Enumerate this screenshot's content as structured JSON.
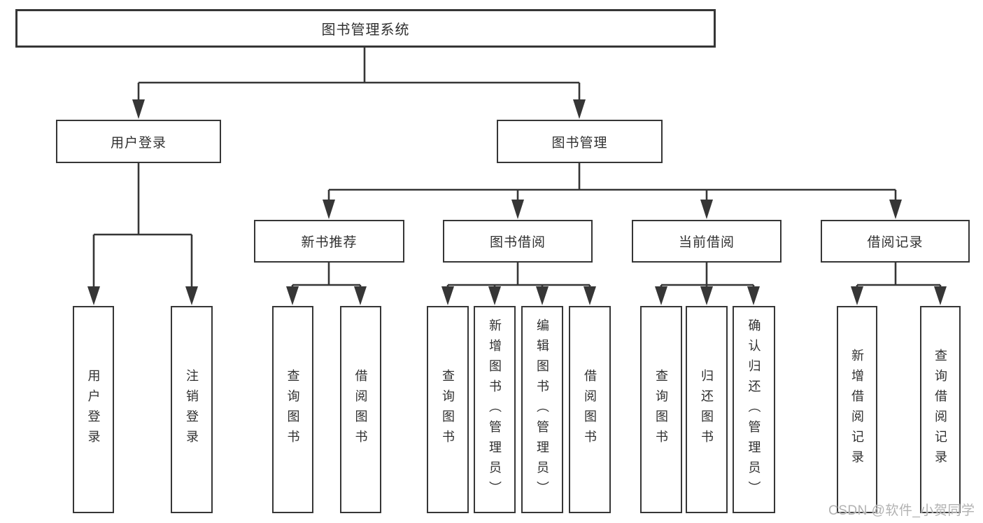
{
  "diagram": {
    "root": {
      "label": "图书管理系统"
    },
    "user_login": {
      "label": "用户登录",
      "children": [
        "用户登录",
        "注销登录"
      ]
    },
    "book_management": {
      "label": "图书管理",
      "sections": [
        {
          "label": "新书推荐",
          "children": [
            "查询图书",
            "借阅图书"
          ]
        },
        {
          "label": "图书借阅",
          "children": [
            "查询图书",
            "新增图书（管理员）",
            "编辑图书（管理员）",
            "借阅图书"
          ]
        },
        {
          "label": "当前借阅",
          "children": [
            "查询图书",
            "归还图书",
            "确认归还（管理员）"
          ]
        },
        {
          "label": "借阅记录",
          "children": [
            "新增借阅记录",
            "查询借阅记录"
          ]
        }
      ]
    }
  },
  "watermark": {
    "text": "CSDN @软件_小贺同学"
  },
  "colors": {
    "line": "#363636",
    "node_text": "#303030",
    "watermark": "#b2b2b2",
    "background": "#ffffff"
  }
}
